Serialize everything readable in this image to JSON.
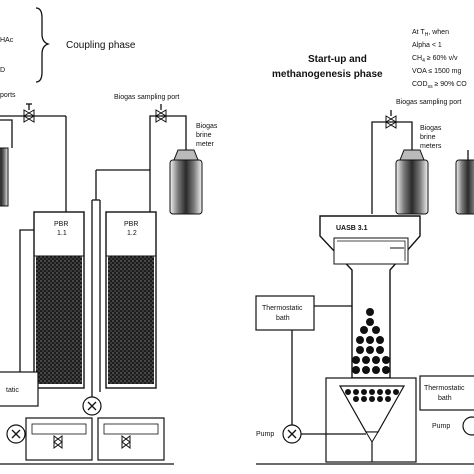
{
  "phases": {
    "coupling": "Coupling phase",
    "startup_line1": "Start-up and",
    "startup_line2": "methanogenesis phase"
  },
  "left_fragments": {
    "frag1": "HAc",
    "frag2": "D",
    "frag3": "ports",
    "frag4": "tatic"
  },
  "conditions": {
    "line1": "At T",
    "line1_sub": "H",
    "line1_rest": ", when",
    "line2": "Alpha < 1",
    "line3": "CH",
    "line3_sub": "4",
    "line3_rest": " ≥ 60% v/v",
    "line4": "VOA ≤ 1500 mg",
    "line5": "COD",
    "line5_sub": "ss",
    "line5_rest": " ≥ 90% CO"
  },
  "labels": {
    "biogas_sampling_left": "Biogas sampling port",
    "biogas_sampling_right": "Biogas sampling port",
    "brine_meter_left": [
      "Biogas",
      "brine",
      "meter"
    ],
    "brine_meters_right": [
      "Biogas",
      "brine",
      "meters"
    ],
    "pbr_11": [
      "PBR",
      "1.1"
    ],
    "pbr_12": [
      "PBR",
      "1.2"
    ],
    "uasb": "UASB 3.1",
    "bath_mid": [
      "Thermostatic",
      "bath"
    ],
    "bath_right": [
      "Thermostatic",
      "bath"
    ],
    "pump_mid": "Pump",
    "pump_right": "Pump"
  }
}
